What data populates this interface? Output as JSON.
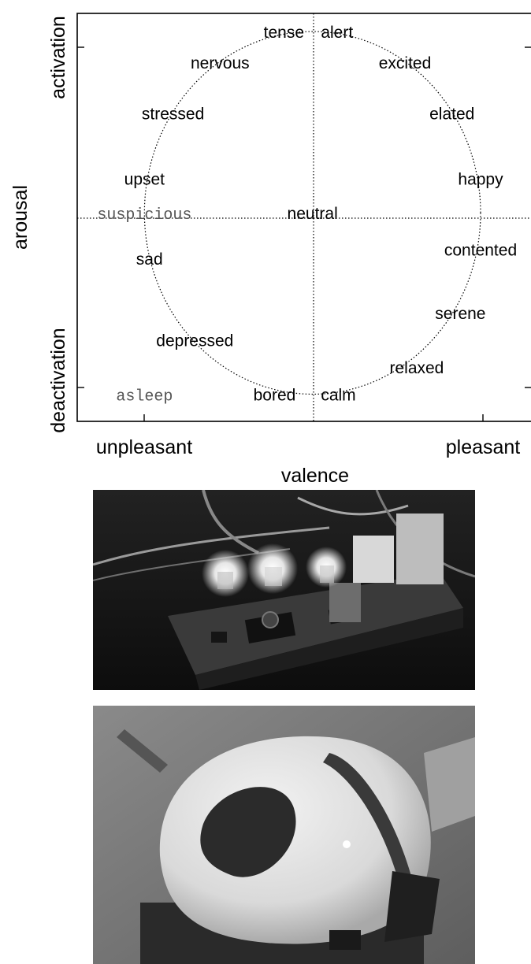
{
  "chart_data": {
    "type": "scatter",
    "xlabel": "valence",
    "ylabel": "arousal",
    "x_tick_labels": [
      "unpleasant",
      "pleasant"
    ],
    "y_tick_labels": [
      "deactivation",
      "activation"
    ],
    "xlim": [
      -1.4,
      1.3
    ],
    "ylim": [
      -1.15,
      1.1
    ],
    "unit_circle": true,
    "crosshair": true,
    "points": [
      {
        "label": "tense",
        "x": -0.05,
        "y": 1.0,
        "anchor": "end"
      },
      {
        "label": "alert",
        "x": 0.05,
        "y": 1.0,
        "anchor": "start"
      },
      {
        "label": "nervous",
        "x": -0.55,
        "y": 0.83,
        "anchor": "middle"
      },
      {
        "label": "excited",
        "x": 0.55,
        "y": 0.83,
        "anchor": "middle"
      },
      {
        "label": "stressed",
        "x": -0.83,
        "y": 0.55,
        "anchor": "middle"
      },
      {
        "label": "elated",
        "x": 0.83,
        "y": 0.55,
        "anchor": "middle"
      },
      {
        "label": "upset",
        "x": -1.0,
        "y": 0.19,
        "anchor": "middle"
      },
      {
        "label": "happy",
        "x": 1.0,
        "y": 0.19,
        "anchor": "middle"
      },
      {
        "label": "suspicious",
        "x": -1.0,
        "y": 0.0,
        "anchor": "middle",
        "style": "mono"
      },
      {
        "label": "neutral",
        "x": 0.0,
        "y": 0.0,
        "anchor": "middle"
      },
      {
        "label": "contented",
        "x": 1.0,
        "y": -0.2,
        "anchor": "middle"
      },
      {
        "label": "sad",
        "x": -0.97,
        "y": -0.25,
        "anchor": "middle"
      },
      {
        "label": "serene",
        "x": 0.88,
        "y": -0.55,
        "anchor": "middle"
      },
      {
        "label": "depressed",
        "x": -0.7,
        "y": -0.7,
        "anchor": "middle"
      },
      {
        "label": "relaxed",
        "x": 0.62,
        "y": -0.85,
        "anchor": "middle"
      },
      {
        "label": "bored",
        "x": -0.1,
        "y": -1.0,
        "anchor": "end"
      },
      {
        "label": "calm",
        "x": 0.05,
        "y": -1.0,
        "anchor": "start"
      },
      {
        "label": "asleep",
        "x": -1.0,
        "y": -1.0,
        "anchor": "middle",
        "style": "mono"
      }
    ]
  },
  "photos": {
    "circuit_icon": "led-circuit-board-photo",
    "device_icon": "translucent-dome-device-photo"
  }
}
